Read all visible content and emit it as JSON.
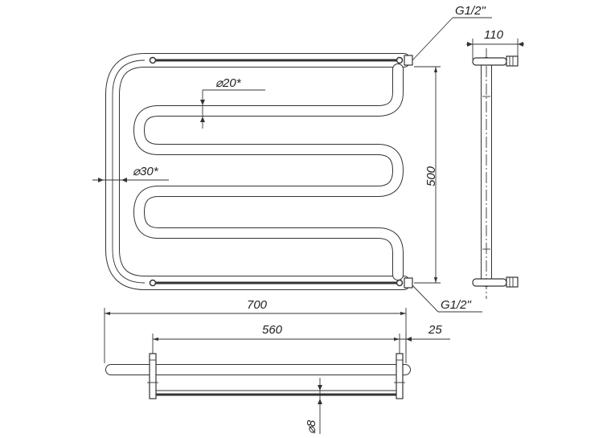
{
  "drawing": {
    "labels": {
      "width_total": "700",
      "axis_distance": "560",
      "wall_offset": "25",
      "height": "500",
      "depth": "110",
      "thread_top": "G1/2\"",
      "thread_bottom": "G1/2\"",
      "pipe_outer_diameter": "⌀30*",
      "pipe_inner_diameter": "⌀20*",
      "rod_diameter": "⌀8"
    },
    "colors": {
      "line": "#333333",
      "background": "#ffffff"
    }
  }
}
